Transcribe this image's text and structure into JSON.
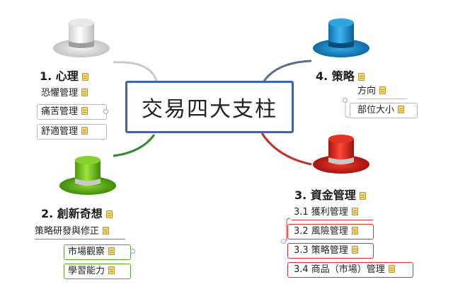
{
  "central": {
    "title": "交易四大支柱"
  },
  "branches": {
    "psychology": {
      "title": "1. 心理",
      "hat_color": "#e6e6e6",
      "items": [
        "恐懼管理",
        "痛苦管理",
        "舒適管理"
      ]
    },
    "creativity": {
      "title": "2. 創新奇想",
      "hat_color": "#7cc11f",
      "items": [
        "策略研發與修正",
        "市場觀察",
        "學習能力"
      ]
    },
    "money": {
      "title": "3. 資金管理",
      "hat_color": "#e0241a",
      "items": [
        "3.1 獲利管理",
        "3.2 風險管理",
        "3.3 策略管理",
        "3.4 商品（市場）管理"
      ]
    },
    "strategy": {
      "title": "4. 策略",
      "hat_color": "#1e9ad6",
      "items": [
        "方向",
        "部位大小"
      ]
    }
  },
  "icons": {
    "note": "note-icon",
    "hat": "hat-icon",
    "collapse": "collapse-toggle-icon"
  }
}
